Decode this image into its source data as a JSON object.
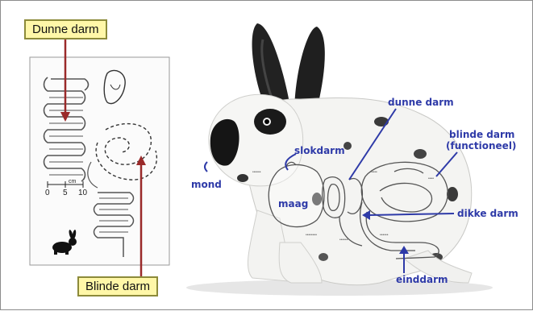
{
  "colors": {
    "callout_bg": "#fff7a8",
    "label_blue": "#2e3aa8",
    "arrow_red": "#9a2a2a"
  },
  "left_panel": {
    "callout_top": "Dunne darm",
    "callout_bottom": "Blinde darm",
    "scale": {
      "zero": "0",
      "five": "5",
      "ten": "10",
      "unit": "cm"
    },
    "icon": "rabbit-silhouette-icon"
  },
  "rabbit_labels": {
    "mond": "mond",
    "slokdarm": "slokdarm",
    "maag": "maag",
    "dunne_darm": "dunne darm",
    "blinde_darm_line1": "blinde darm",
    "blinde_darm_line2": "(functioneel)",
    "dikke_darm": "dikke darm",
    "einddarm": "einddarm"
  }
}
